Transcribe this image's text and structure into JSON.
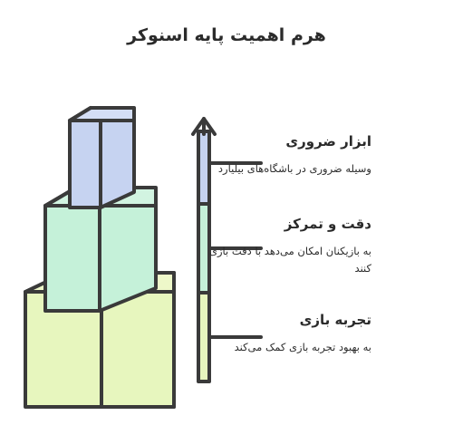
{
  "title": "هرم اهمیت پایه اسنوکر",
  "levels": [
    {
      "heading": "ابزار ضروری",
      "description": "وسیله ضروری در باشگاه‌های بیلیارد",
      "color": "#c6d3f1"
    },
    {
      "heading": "دقت و تمرکز",
      "description": "به بازیکنان امکان می‌دهد با دقت بازی کنند",
      "color": "#c5f1d9"
    },
    {
      "heading": "تجربه بازی",
      "description": "به بهبود تجربه بازی کمک می‌کند",
      "color": "#e7f6be"
    }
  ]
}
